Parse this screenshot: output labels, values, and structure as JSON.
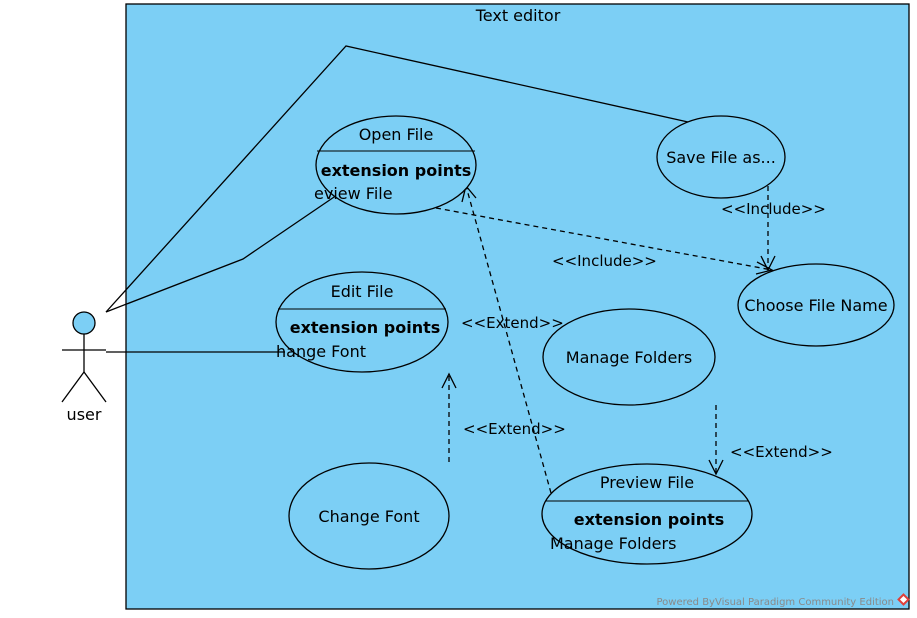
{
  "system": {
    "title": "Text editor"
  },
  "actor": {
    "name": "user"
  },
  "use_cases": {
    "open_file": {
      "name": "Open File",
      "ext_title": "extension points",
      "ext_point": "eview File"
    },
    "save_file_as": {
      "name": "Save File as..."
    },
    "choose_file_name": {
      "name": "Choose File Name"
    },
    "edit_file": {
      "name": "Edit File",
      "ext_title": "extension points",
      "ext_point": "hange Font"
    },
    "manage_folders": {
      "name": "Manage Folders"
    },
    "change_font": {
      "name": "Change Font"
    },
    "preview_file": {
      "name": "Preview File",
      "ext_title": "extension points",
      "ext_point": "Manage Folders"
    }
  },
  "relations": {
    "include_open_choose": "<<Include>>",
    "include_save_choose": "<<Include>>",
    "extend_preview_open": "<<Extend>>",
    "extend_change_edit": "<<Extend>>",
    "extend_manage_preview": "<<Extend>>"
  },
  "watermark": "Powered ByVisual Paradigm Community Edition",
  "colors": {
    "fill": "#7ccff5",
    "stroke": "#000000",
    "watermark_icon": "#e0403a"
  }
}
